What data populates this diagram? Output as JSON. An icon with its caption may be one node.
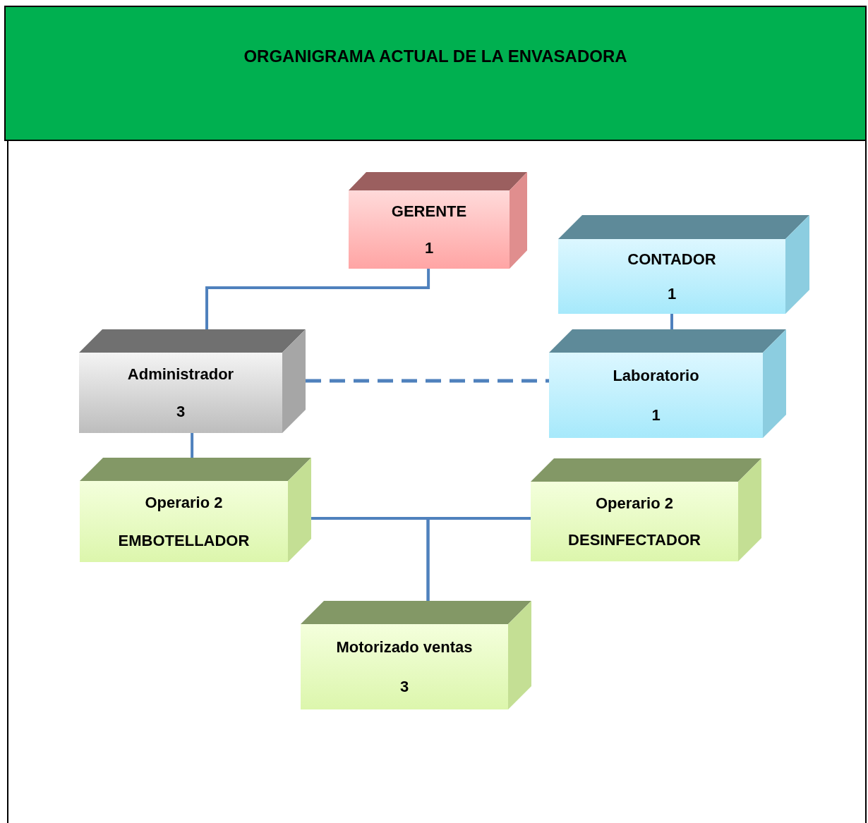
{
  "diagram": {
    "title": "ORGANIGRAMA ACTUAL DE LA ENVASADORA",
    "nodes": [
      {
        "text": [
          "GERENTE",
          "1"
        ]
      },
      {
        "text": [
          "CONTADOR",
          "1"
        ]
      },
      {
        "text": [
          "Administrador",
          "3"
        ]
      },
      {
        "text": [
          "Laboratorio",
          "1"
        ]
      },
      {
        "text": [
          "Operario 2",
          "EMBOTELLADOR"
        ]
      },
      {
        "text": [
          "Operario 2",
          "DESINFECTADOR"
        ]
      },
      {
        "text": [
          "Motorizado ventas",
          "3"
        ]
      }
    ],
    "edges": [
      {
        "from": 0,
        "to": 2,
        "arrow": "none"
      },
      {
        "from": 1,
        "to": 3,
        "arrow": "none"
      },
      {
        "from": 2,
        "to": 3,
        "arrow": "none",
        "style": "dashed"
      },
      {
        "from": 2,
        "to": 4,
        "arrow": "none"
      },
      {
        "from": 4,
        "to": 6,
        "arrow": "none"
      },
      {
        "from": 5,
        "to": 6,
        "arrow": "none"
      }
    ]
  }
}
